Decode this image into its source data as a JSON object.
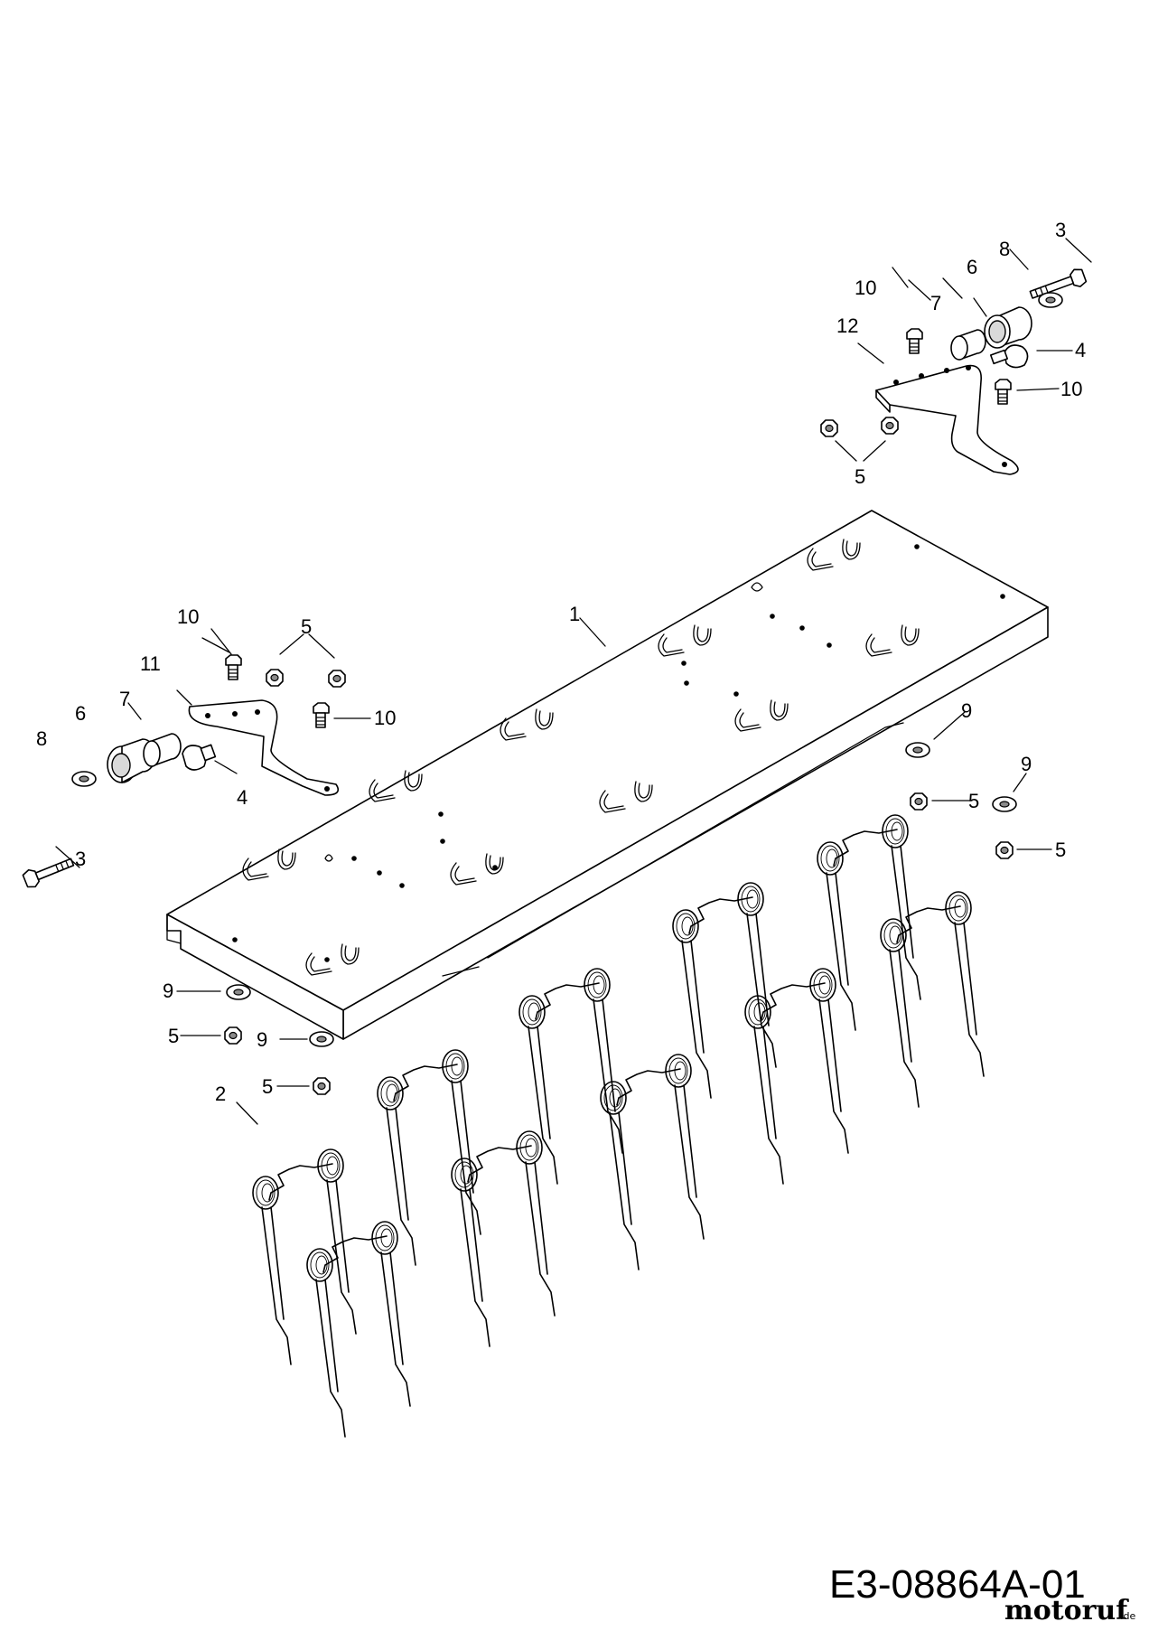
{
  "diagram": {
    "drawing_code": "E3-08864A-01",
    "watermark": {
      "main": "motoruf",
      "tld": ".de"
    },
    "callouts": [
      {
        "id": "c1",
        "text": "1"
      },
      {
        "id": "c2",
        "text": "2"
      },
      {
        "id": "c3a",
        "text": "3"
      },
      {
        "id": "c3b",
        "text": "3"
      },
      {
        "id": "c4a",
        "text": "4"
      },
      {
        "id": "c4b",
        "text": "4"
      },
      {
        "id": "c5a",
        "text": "5"
      },
      {
        "id": "c5b",
        "text": "5"
      },
      {
        "id": "c5c",
        "text": "5"
      },
      {
        "id": "c5d",
        "text": "5"
      },
      {
        "id": "c5e",
        "text": "5"
      },
      {
        "id": "c5f",
        "text": "5"
      },
      {
        "id": "c6a",
        "text": "6"
      },
      {
        "id": "c6b",
        "text": "6"
      },
      {
        "id": "c7a",
        "text": "7"
      },
      {
        "id": "c7b",
        "text": "7"
      },
      {
        "id": "c8a",
        "text": "8"
      },
      {
        "id": "c8b",
        "text": "8"
      },
      {
        "id": "c9a",
        "text": "9"
      },
      {
        "id": "c9b",
        "text": "9"
      },
      {
        "id": "c9c",
        "text": "9"
      },
      {
        "id": "c9d",
        "text": "9"
      },
      {
        "id": "c10a",
        "text": "10"
      },
      {
        "id": "c10b",
        "text": "10"
      },
      {
        "id": "c10c",
        "text": "10"
      },
      {
        "id": "c10d",
        "text": "10"
      },
      {
        "id": "c11",
        "text": "11"
      },
      {
        "id": "c12",
        "text": "12"
      }
    ]
  }
}
